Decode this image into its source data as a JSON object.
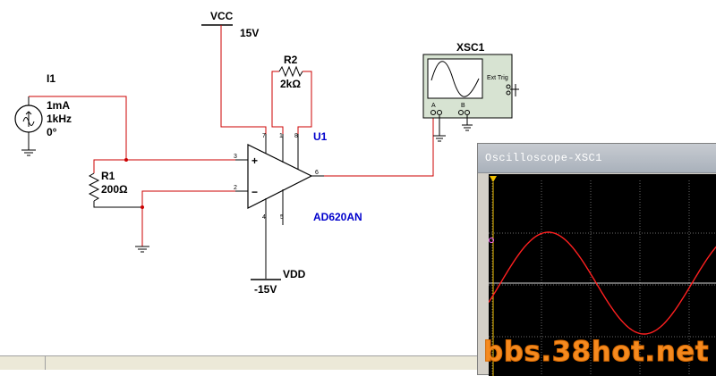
{
  "components": {
    "current_source": {
      "ref": "I1",
      "amplitude": "1mA",
      "frequency": "1kHz",
      "phase": "0°"
    },
    "resistor_r1": {
      "ref": "R1",
      "value": "200Ω"
    },
    "resistor_r2": {
      "ref": "R2",
      "value": "2kΩ"
    },
    "vcc": {
      "label": "VCC",
      "voltage": "15V"
    },
    "vdd": {
      "label": "VDD",
      "voltage": "-15V"
    },
    "amplifier": {
      "ref": "U1",
      "part": "AD620AN",
      "pins": {
        "p1": "1",
        "p2": "2",
        "p3": "3",
        "p4": "4",
        "p5": "5",
        "p6": "6",
        "p7": "7",
        "p8": "8"
      },
      "plus": "+",
      "minus": "−"
    },
    "scope_symbol": {
      "ref": "XSC1",
      "trig_label": "Ext Trig",
      "ch_a": "A",
      "ch_b": "B"
    }
  },
  "scope_window": {
    "title": "Oscilloscope-XSC1",
    "trace_color": "#ff2020"
  },
  "watermark": "bbs.38hot.net",
  "colors": {
    "wire_red": "#cc0000",
    "wire_black": "#000000",
    "label_blue": "#0000cc"
  }
}
